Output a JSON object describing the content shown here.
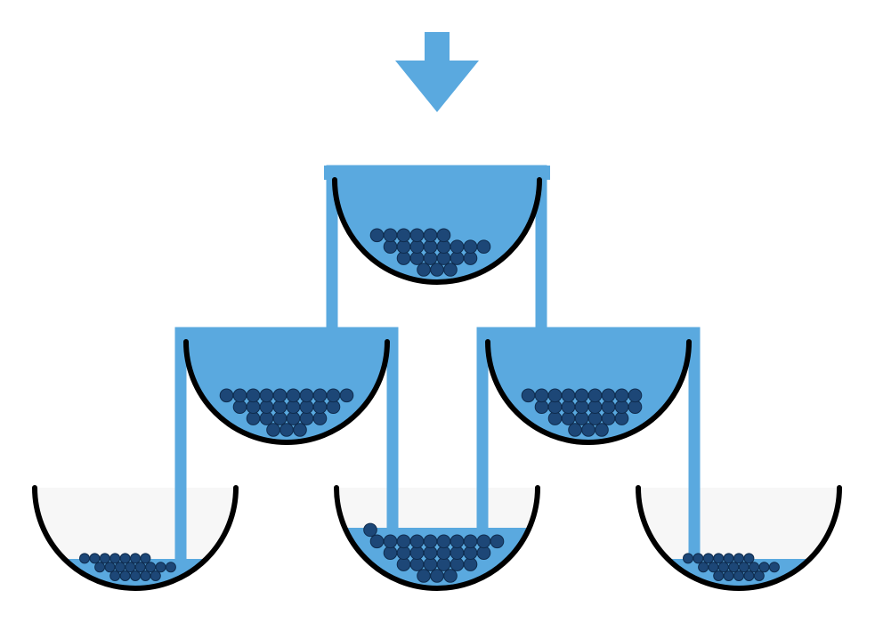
{
  "colors": {
    "background": "#ffffff",
    "liquid": "#5aa9df",
    "bead": "#1d4777",
    "bead_outline": "#0f2c4e",
    "bowl_outline": "#000000",
    "empty_fill": "#f7f7f7"
  },
  "diagram": {
    "type": "cascade-distribution",
    "inflow_icon": "arrow-down-icon",
    "levels": [
      {
        "level": 1,
        "bowls": [
          {
            "id": "top",
            "state": "full",
            "beads": 23
          }
        ]
      },
      {
        "level": 2,
        "bowls": [
          {
            "id": "mid-left",
            "state": "full",
            "beads": 27
          },
          {
            "id": "mid-right",
            "state": "full",
            "beads": 26
          }
        ]
      },
      {
        "level": 3,
        "bowls": [
          {
            "id": "bottom-left",
            "state": "partial",
            "beads": 20
          },
          {
            "id": "bottom-middle",
            "state": "partial",
            "beads": 28
          },
          {
            "id": "bottom-right",
            "state": "partial",
            "beads": 20
          }
        ]
      }
    ]
  }
}
